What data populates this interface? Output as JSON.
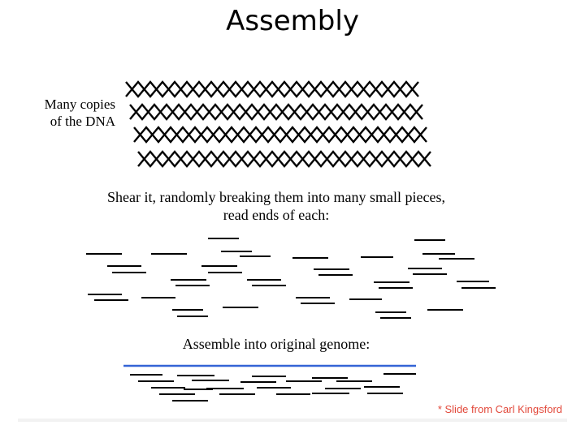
{
  "slide": {
    "title": "Assembly",
    "dna_label_line1": "Many copies",
    "dna_label_line2": "of the DNA",
    "shear_line1": "Shear it, randomly breaking them into many small pieces,",
    "shear_line2": "read ends of each:",
    "assemble_label": "Assemble into original genome:",
    "credit": "* Slide from Carl Kingsford"
  },
  "colors": {
    "genome_line": "#3464d6",
    "credit": "#e2483a",
    "ink": "#000000"
  }
}
